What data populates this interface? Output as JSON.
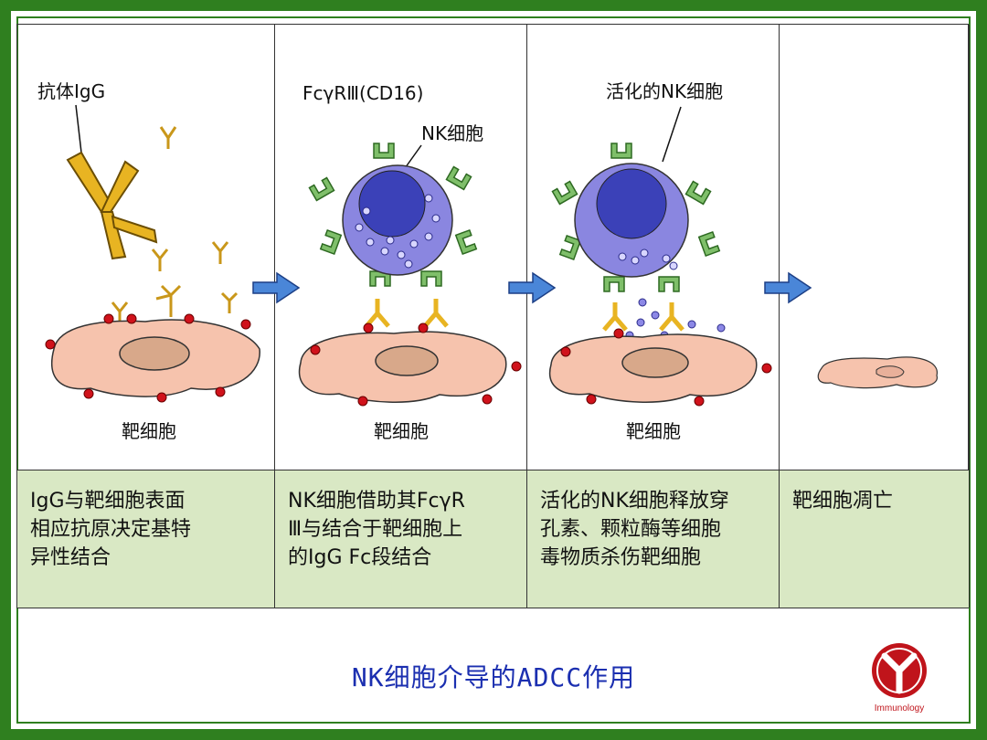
{
  "panels": [
    {
      "labels": {
        "antibody": "抗体IgG",
        "target": "靶细胞"
      },
      "caption": [
        "IgG与靶细胞表面",
        "相应抗原决定基特",
        "异性结合"
      ]
    },
    {
      "labels": {
        "receptor": "FcγRⅢ(CD16)",
        "nk": "NK细胞",
        "target": "靶细胞"
      },
      "caption": [
        "NK细胞借助其FcγR",
        "Ⅲ与结合于靶细胞上",
        "的IgG Fc段结合"
      ]
    },
    {
      "labels": {
        "activated": "活化的NK细胞",
        "target": "靶细胞"
      },
      "caption": [
        "活化的NK细胞释放穿",
        "孔素、颗粒酶等细胞",
        "毒物质杀伤靶细胞"
      ]
    },
    {
      "labels": {},
      "caption": [
        "靶细胞凋亡"
      ]
    }
  ],
  "title": "NK细胞介导的ADCC作用",
  "logo": {
    "text": "Immunology",
    "color": "#c0141b"
  },
  "colors": {
    "frame": "#2f7f1f",
    "caption_bg": "#d9e8c4",
    "title": "#1b2fb0",
    "antibody": "#e8b422",
    "receptor": "#7fbf6a",
    "nk_cell": "#8a86e0",
    "target_cell": "#f6c3ad",
    "antigen": "#d0121b",
    "arrow": "#4a86d8"
  }
}
